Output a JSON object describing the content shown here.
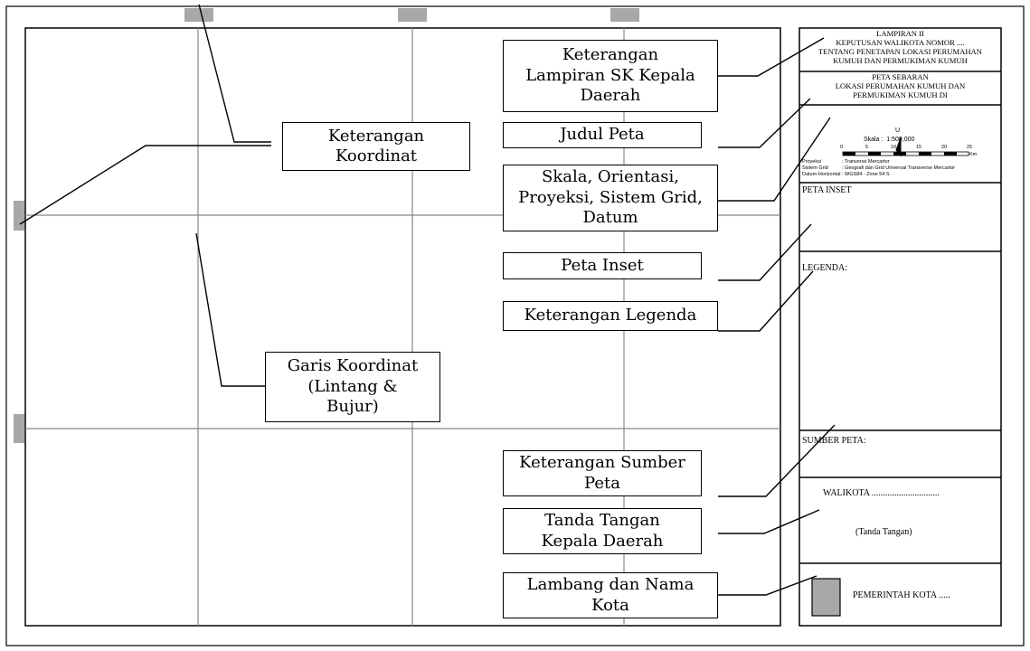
{
  "callouts": {
    "keterangan_koordinat": "Keterangan\nKoordinat",
    "garis_koordinat": "Garis Koordinat\n(Lintang &\nBujur)",
    "keterangan_lampiran": "Keterangan\nLampiran SK Kepala\nDaerah",
    "judul_peta": "Judul Peta",
    "skala": "Skala, Orientasi,\nProyeksi, Sistem Grid,\nDatum",
    "peta_inset": "Peta Inset",
    "keterangan_legenda": "Keterangan Legenda",
    "keterangan_sumber": "Keterangan Sumber\nPeta",
    "tanda_tangan": "Tanda Tangan\nKepala Daerah",
    "lambang": "Lambang dan Nama\nKota"
  },
  "panel": {
    "lampiran": "LAMPIRAN II\nKEPUTUSAN WALIKOTA NOMOR ....\nTENTANG PENETAPAN LOKASI PERUMAHAN\nKUMUH DAN PERMUKIMAN KUMUH",
    "judul": "PETA SEBARAN\nLOKASI PERUMAHAN KUMUH DAN\nPERMUKIMAN KUMUH DI",
    "north": "U",
    "skala_label": "Skala :",
    "skala_value": "1:500,000",
    "scale_ticks": [
      "0",
      "5",
      "10",
      "15",
      "20",
      "25"
    ],
    "scale_unit": "Km",
    "proj_rows": [
      {
        "k": "Proyeksi",
        "v": ": Tranverse Mercartor"
      },
      {
        "k": "Sistem Grid",
        "v": ": Geografi dan Grid Universal Transverse Mercartor"
      },
      {
        "k": "Datum Horizontal",
        "v": ": WGS84 - Zone 54 S"
      }
    ],
    "peta_inset": "PETA INSET",
    "legenda": "LEGENDA:",
    "sumber": "SUMBER PETA:",
    "walikota": "WALIKOTA ..............................",
    "tanda_tangan": "(Tanda Tangan)",
    "pemerintah": "PEMERINTAH KOTA ....."
  }
}
